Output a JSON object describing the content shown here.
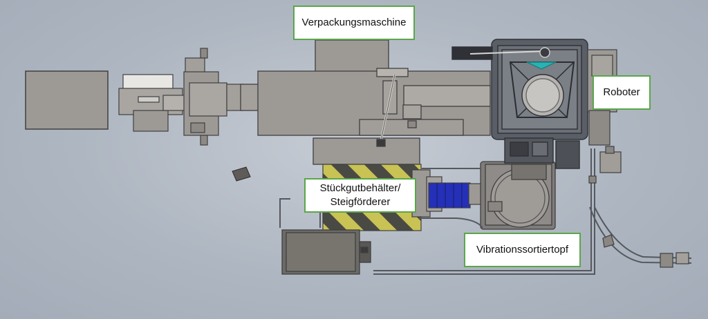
{
  "labels": {
    "packaging_machine": "Verpackungsmaschine",
    "robot": "Roboter",
    "piece_goods_container": "Stückgutbehälter/\nSteigförderer",
    "vibratory_bowl": "Vibrationssortiertopf"
  },
  "colors": {
    "background": "#b6bdc7",
    "machine_body": "#9d9a96",
    "machine_edge": "#3f3f3f",
    "robot_frame": "#5a5e66",
    "hazard_yellow": "#c9c254",
    "hazard_dark": "#4a4a44",
    "label_border": "#5aa64a",
    "conveyor_blue": "#2430b8",
    "robot_accent": "#29b3b3"
  }
}
